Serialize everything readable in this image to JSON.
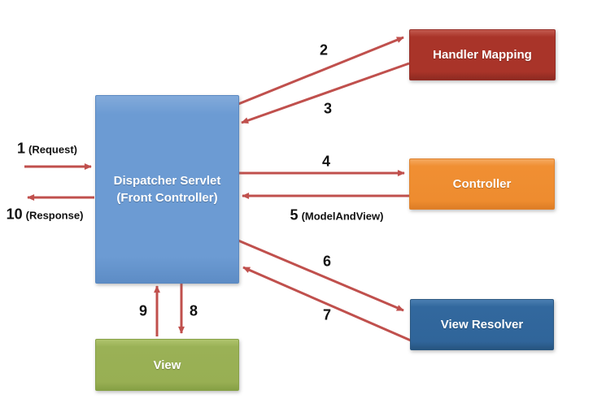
{
  "diagram": {
    "type": "flow-diagram",
    "subject": "Spring MVC Dispatcher Servlet request flow",
    "nodes": {
      "dispatcher": {
        "line1": "Dispatcher Servlet",
        "line2": "(Front Controller)",
        "fill": "#6C9BD3"
      },
      "handler_mapping": {
        "label": "Handler Mapping",
        "fill": "#A93429"
      },
      "controller": {
        "label": "Controller",
        "fill": "#F08F33"
      },
      "view_resolver": {
        "label": "View Resolver",
        "fill": "#32689E"
      },
      "view": {
        "label": "View",
        "fill": "#9AB156"
      }
    },
    "edges": [
      {
        "num": "1",
        "note": "(Request)",
        "from": "client",
        "to": "dispatcher"
      },
      {
        "num": "2",
        "note": "",
        "from": "dispatcher",
        "to": "handler_mapping"
      },
      {
        "num": "3",
        "note": "",
        "from": "handler_mapping",
        "to": "dispatcher"
      },
      {
        "num": "4",
        "note": "",
        "from": "dispatcher",
        "to": "controller"
      },
      {
        "num": "5",
        "note": "(ModelAndView)",
        "from": "controller",
        "to": "dispatcher"
      },
      {
        "num": "6",
        "note": "",
        "from": "dispatcher",
        "to": "view_resolver"
      },
      {
        "num": "7",
        "note": "",
        "from": "view_resolver",
        "to": "dispatcher"
      },
      {
        "num": "8",
        "note": "",
        "from": "dispatcher",
        "to": "view"
      },
      {
        "num": "9",
        "note": "",
        "from": "view",
        "to": "dispatcher"
      },
      {
        "num": "10",
        "note": "(Response)",
        "from": "dispatcher",
        "to": "client"
      }
    ],
    "colors": {
      "arrow": "#C0504D",
      "label_text": "#111111",
      "node_text": "#FFFFFF",
      "background": "#FFFFFF"
    }
  }
}
